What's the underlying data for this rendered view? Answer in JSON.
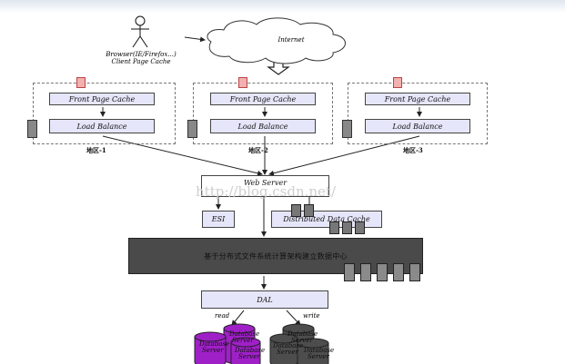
{
  "client": {
    "line1": "Browser(IE/Firefox...)",
    "line2": "Client Page Cache"
  },
  "internet": {
    "label": "Internet"
  },
  "regions": [
    {
      "front_cache": "Front Page Cache",
      "load_balance": "Load Balance",
      "name": "地区-1"
    },
    {
      "front_cache": "Front Page Cache",
      "load_balance": "Load Balance",
      "name": "地区-2"
    },
    {
      "front_cache": "Front Page Cache",
      "load_balance": "Load Balance",
      "name": "地区-3"
    }
  ],
  "web_server": {
    "label": "Web Server"
  },
  "watermark": {
    "text": "http://blog.csdn.net/"
  },
  "esi": {
    "label": "ESI"
  },
  "distributed_cache": {
    "label": "Distributed Data Cache"
  },
  "data_center": {
    "label": "基于分布式文件系统计算架构建立数据中心"
  },
  "dal": {
    "label": "DAL"
  },
  "read_label": "read",
  "write_label": "write",
  "databases": {
    "purple": {
      "labels": [
        "Database",
        "Server",
        "Database",
        "Server",
        "Database",
        "Server"
      ]
    },
    "gray": {
      "labels": [
        "Database",
        "Server",
        "Database",
        "Server",
        "Database",
        "Server"
      ]
    }
  },
  "colors": {
    "box_fill": "#e6e6fa",
    "data_center_fill": "#4a4a4a",
    "purple_db": "#a020c8",
    "gray_db": "#4d4d4d"
  }
}
